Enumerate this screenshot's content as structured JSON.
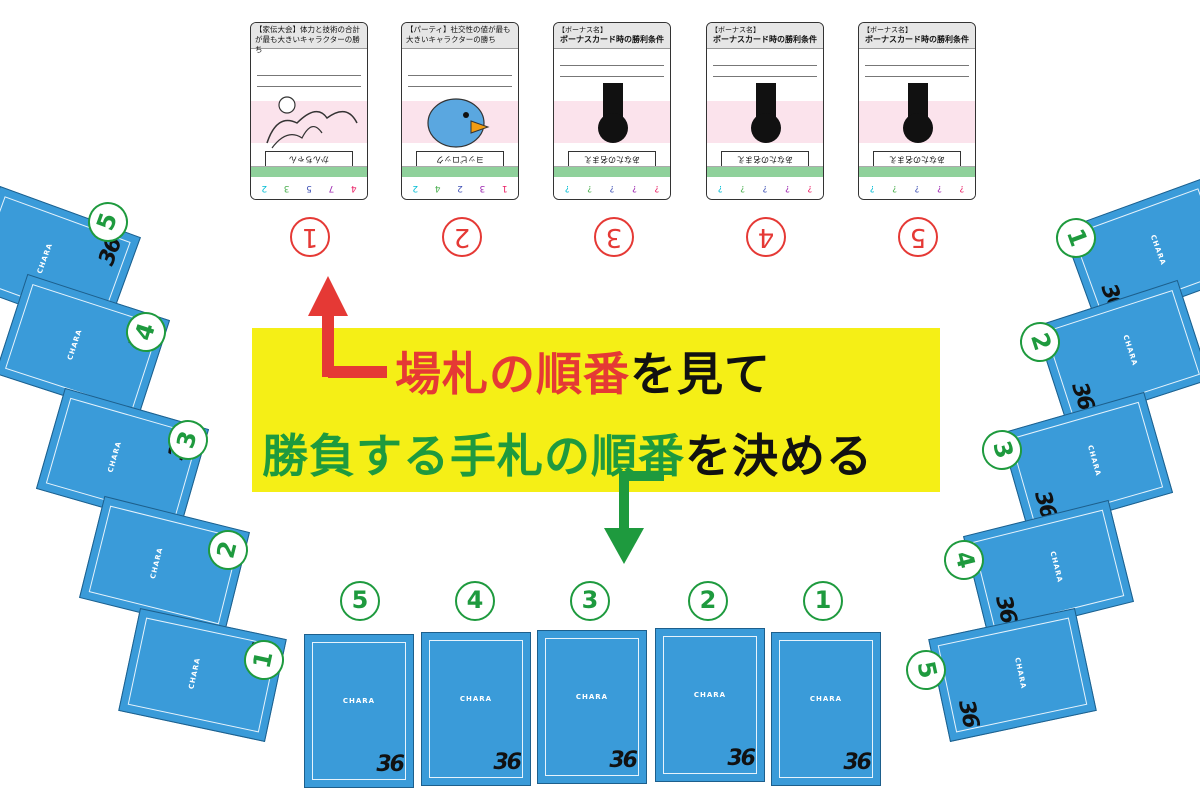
{
  "field_cards": [
    {
      "header": "【家伝大会】体力と技術の合計が最も大きいキャラクターの勝ち",
      "name": "かんちゃん",
      "stats": [
        "4",
        "7",
        "5",
        "3",
        "2"
      ],
      "type": "character"
    },
    {
      "header": "【パーティ】社交性の値が最も大きいキャラクターの勝ち",
      "name": "ヨッピロック",
      "stats": [
        "1",
        "3",
        "2",
        "4",
        "2"
      ],
      "type": "character"
    },
    {
      "header": "【ボーナス名】",
      "condition": "ボーナスカード時の勝利条件",
      "name": "あなたの名まえ",
      "stats": [
        "?",
        "?",
        "?",
        "?",
        "?"
      ],
      "type": "bonus"
    },
    {
      "header": "【ボーナス名】",
      "condition": "ボーナスカード時の勝利条件",
      "name": "あなたの名まえ",
      "stats": [
        "?",
        "?",
        "?",
        "?",
        "?"
      ],
      "type": "bonus"
    },
    {
      "header": "【ボーナス名】",
      "condition": "ボーナスカード時の勝利条件",
      "name": "あなたの名まえ",
      "stats": [
        "?",
        "?",
        "?",
        "?",
        "?"
      ],
      "type": "bonus"
    }
  ],
  "field_numbers": [
    "1",
    "2",
    "3",
    "4",
    "5"
  ],
  "banner": {
    "line1_red": "場札の順番",
    "line1_black": "を見て",
    "line2_green": "勝負する手札の順番",
    "line2_black": "を決める"
  },
  "hand": {
    "card_label": "CHARA",
    "logo": "36",
    "bottom_numbers": [
      "5",
      "4",
      "3",
      "2",
      "1"
    ],
    "left_numbers": [
      "5",
      "4",
      "3",
      "2",
      "1"
    ],
    "right_numbers": [
      "1",
      "2",
      "3",
      "4",
      "5"
    ]
  },
  "colors": {
    "red": "#e53935",
    "green": "#1e9a3e",
    "blue": "#3a9bd9",
    "banner": "#f5ef16"
  }
}
